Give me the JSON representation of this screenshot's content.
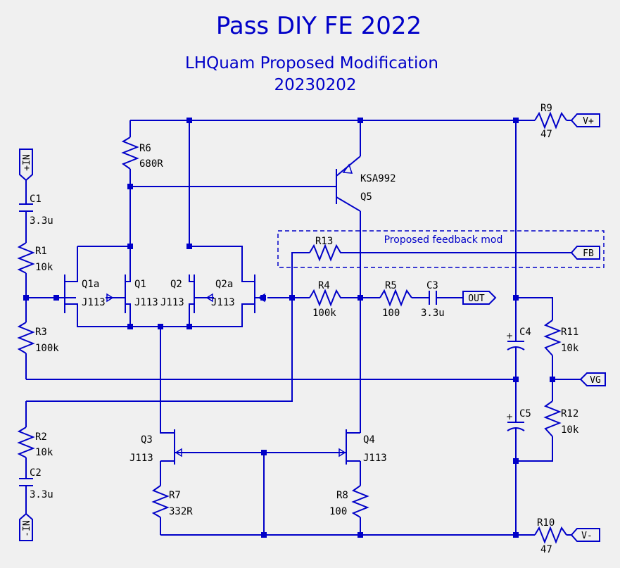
{
  "title": "Pass DIY FE 2022",
  "subtitle_line1": "LHQuam Proposed Modification",
  "subtitle_line2": "20230202",
  "note": "Proposed feedback mod",
  "ports": {
    "in_pos": "+IN",
    "in_neg": "-IN",
    "v_pos": "V+",
    "v_neg": "V-",
    "fb": "FB",
    "out": "OUT",
    "vg": "VG"
  },
  "components": {
    "R1": {
      "ref": "R1",
      "value": "10k"
    },
    "R2": {
      "ref": "R2",
      "value": "10k"
    },
    "R3": {
      "ref": "R3",
      "value": "100k"
    },
    "R4": {
      "ref": "R4",
      "value": "100k"
    },
    "R5": {
      "ref": "R5",
      "value": "100"
    },
    "R6": {
      "ref": "R6",
      "value": "680R"
    },
    "R7": {
      "ref": "R7",
      "value": "332R"
    },
    "R8": {
      "ref": "R8",
      "value": "100"
    },
    "R9": {
      "ref": "R9",
      "value": "47"
    },
    "R10": {
      "ref": "R10",
      "value": "47"
    },
    "R11": {
      "ref": "R11",
      "value": "10k"
    },
    "R12": {
      "ref": "R12",
      "value": "10k"
    },
    "R13": {
      "ref": "R13"
    },
    "C1": {
      "ref": "C1",
      "value": "3.3u"
    },
    "C2": {
      "ref": "C2",
      "value": "3.3u"
    },
    "C3": {
      "ref": "C3",
      "value": "3.3u"
    },
    "C4": {
      "ref": "C4"
    },
    "C5": {
      "ref": "C5"
    },
    "Q1": {
      "ref": "Q1",
      "value": "J113"
    },
    "Q1a": {
      "ref": "Q1a",
      "value": "J113"
    },
    "Q2": {
      "ref": "Q2",
      "value": "J113"
    },
    "Q2a": {
      "ref": "Q2a",
      "value": "J113"
    },
    "Q3": {
      "ref": "Q3",
      "value": "J113"
    },
    "Q4": {
      "ref": "Q4",
      "value": "J113"
    },
    "Q5": {
      "ref": "Q5",
      "value": "KSA992"
    }
  },
  "colors": {
    "wire": "#0000c8",
    "background": "#f0f0f0",
    "label": "#000000"
  }
}
